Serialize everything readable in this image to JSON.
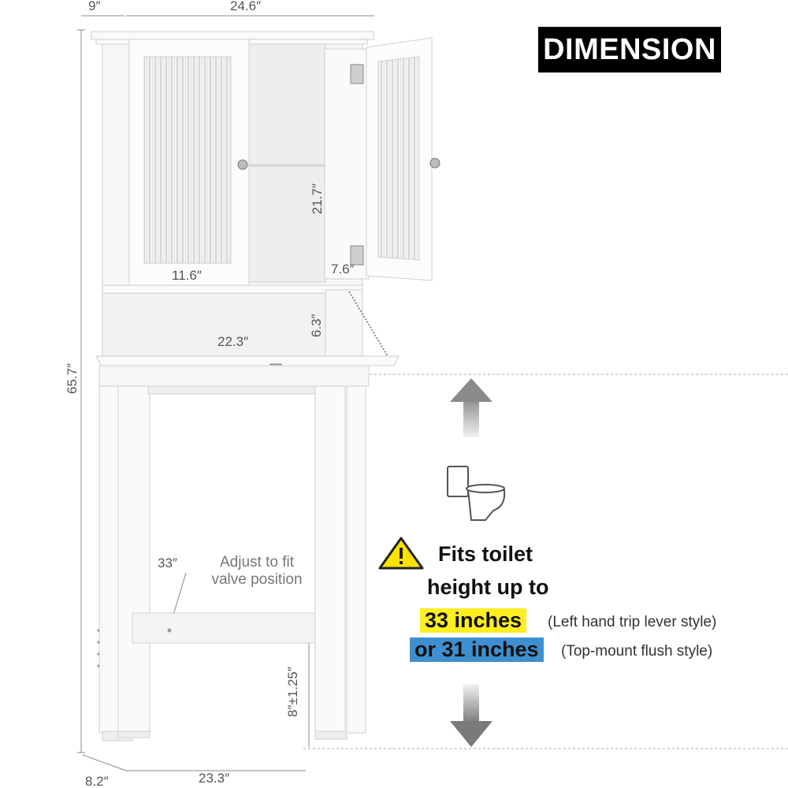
{
  "header": {
    "badge": "DIMENSION"
  },
  "dimensions": {
    "depth_top": "9″",
    "width_top": "24.6″",
    "total_height": "65.7″",
    "door_shelf_height": "21.7″",
    "door_width": "11.6″",
    "inner_depth": "7.6″",
    "open_shelf_height": "6.3″",
    "open_shelf_width": "22.3″",
    "toilet_clearance": "33″",
    "crossbar_height": "8″±1.25″",
    "base_depth": "8.2″",
    "base_width": "23.3″"
  },
  "notes": {
    "adjust_line1": "Adjust to fit",
    "adjust_line2": "valve position"
  },
  "fit": {
    "line1": "Fits toilet",
    "line2": "height up to",
    "option1_value": "33 inches",
    "option1_note": "(Left hand trip lever style)",
    "option2_value": "or 31 inches",
    "option2_note": "(Top-mount flush style)"
  },
  "icons": {
    "warning": "warning-triangle-icon",
    "toilet": "toilet-icon",
    "up": "arrow-up-icon",
    "down": "arrow-down-icon"
  },
  "colors": {
    "badge_bg": "#000000",
    "highlight_yellow": "#ffee22",
    "highlight_blue": "#3f8fd0",
    "warning_yellow": "#ffe300"
  }
}
